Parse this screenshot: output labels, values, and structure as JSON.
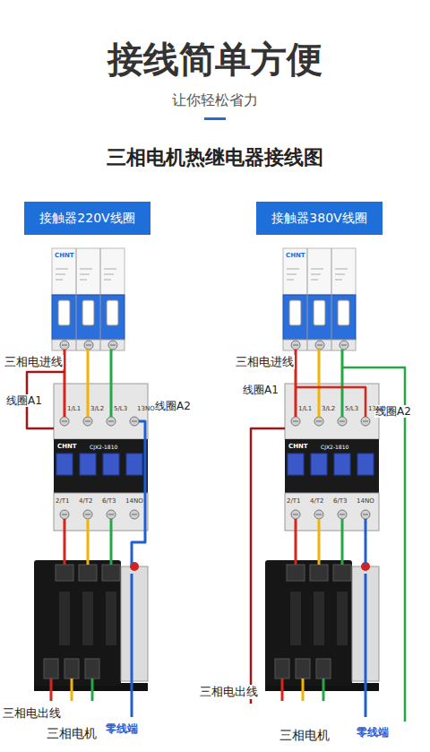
{
  "diagram": {
    "title": "接线简单方便",
    "nodes": [
      {
        "text": [
          "接触器220V线圈"
        ]
      },
      {
        "text": [
          "接触器380V线圈"
        ]
      }
    ],
    "labels": [
      "让你轻松省力",
      "三相电机热继电器接线图",
      "CHNT",
      "三相电进线",
      "线圈A1",
      "线圈A2",
      "1/L1",
      "3/L2",
      "5/L3",
      "13NO",
      "CHNT",
      "CJX2-1810",
      "2/T1",
      "4/T2",
      "6/T3",
      "14NO",
      "三相电出线",
      "三相电机",
      "零线端",
      "CHNT",
      "三相电进线",
      "线圈A1",
      "线圈A2",
      "1/L1",
      "3/L2",
      "5/L3",
      "13NO",
      "CHNT",
      "CJX2-1810",
      "2/T1",
      "4/T2",
      "6/T3",
      "14NO",
      "三相电出线",
      "三相电机",
      "零线端"
    ]
  }
}
